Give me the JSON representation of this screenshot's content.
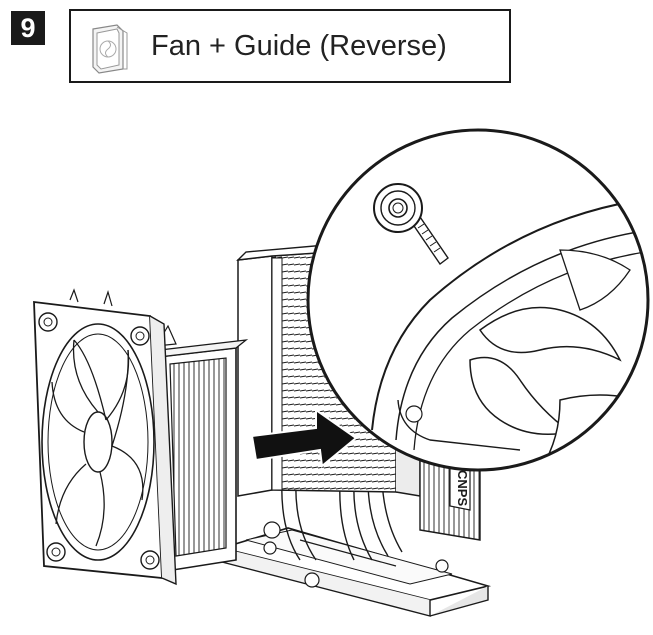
{
  "step": {
    "number": "9",
    "title": "Fan + Guide (Reverse)",
    "icon": "fan-guide-icon"
  },
  "illustration": {
    "subject": "cpu-cooler-assembly",
    "detail_callout": "fan-frame-screw-magnified",
    "arrow_icon": "arrow-right-icon",
    "colors": {
      "line": "#1a1a1a",
      "fill": "#ffffff",
      "shade": "#dcdcdc",
      "arrow": "#111111"
    }
  }
}
